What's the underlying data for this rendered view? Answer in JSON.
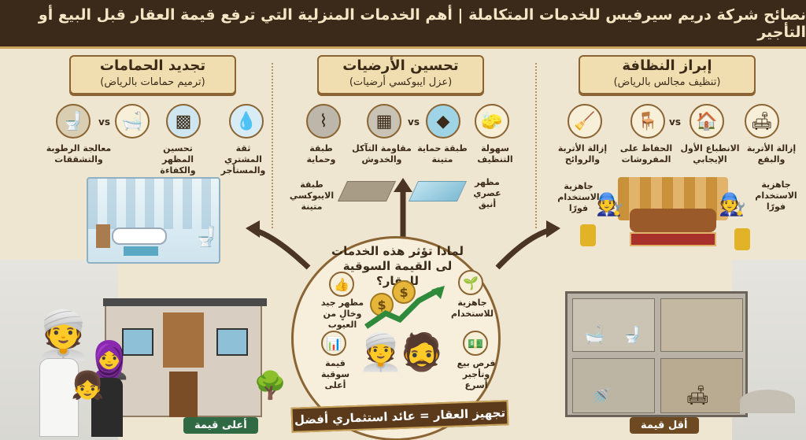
{
  "title": "نصائح شركة دريم سيرفيس للخدمات المتكاملة | أهم الخدمات المنزلية التي ترفع قيمة العقار قبل البيع أو التأجير",
  "sections": {
    "cleaning": {
      "heading": "إبراز النظافة",
      "sub": "(تنظيف مجالس بالرياض)",
      "icons": [
        {
          "label": "إزالة الأتربة والبقع"
        },
        {
          "label": "الانطباع الأول الإيجابي"
        },
        {
          "label": "الحفاظ على المفروشات"
        },
        {
          "label": "إزالة الأتربة والروائح"
        }
      ],
      "vs": "vs",
      "ready1": "جاهزية الاستخدام فورًا",
      "ready2": "جاهزية الاستخدام فورًا"
    },
    "floors": {
      "heading": "تحسين الأرضيات",
      "sub": "(عزل ايبوكسي أرضيات)",
      "icons": [
        {
          "label": "سهولة التنظيف"
        },
        {
          "label": "طبقة حماية متينة"
        },
        {
          "label": "مقاومة التآكل والخدوش"
        },
        {
          "label": "طبقة وحماية"
        }
      ],
      "vs": "vs",
      "modern": "مظهر عصري أنيق",
      "epoxy": "طبقة الايبوكسي متينة"
    },
    "bathrooms": {
      "heading": "تجديد الحمامات",
      "sub": "(ترميم حمامات بالرياض)",
      "icons": [
        {
          "label": "ثقة المشتري والمستأجر"
        },
        {
          "label": "تحسين المظهر والكفاءة"
        },
        {
          "label": "معالجة الرطوبة والتشققات"
        }
      ],
      "vs": "vs"
    }
  },
  "center": {
    "question": "لماذا تؤثر هذه الخدمات لى القيمة السوقية للعقار؟",
    "left_items": [
      {
        "label": "مظهر جيد وخالٍ من العيوب"
      },
      {
        "label": "قيمة سوقية أعلى"
      }
    ],
    "right_items": [
      {
        "label": "جاهزية للاستخدام"
      },
      {
        "label": "فرص بيع وتأجير أسرع"
      }
    ],
    "banner": "تجهيز العقار = عائد استثماري أفضل"
  },
  "tags": {
    "high": "أعلى قيمة",
    "low": "أقل قيمة"
  },
  "colors": {
    "title_bg": "#3b2a1a",
    "accent_gold": "#c9a45a",
    "green": "#2f6a45",
    "brown": "#6d4a22"
  }
}
